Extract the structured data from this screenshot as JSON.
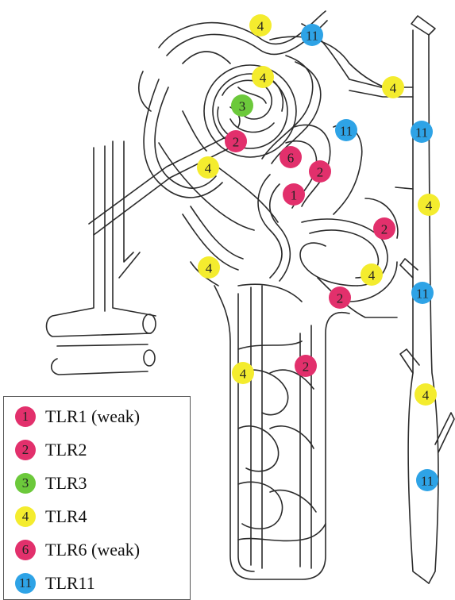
{
  "colors": {
    "tlr1": "#e2306c",
    "tlr2": "#e2306c",
    "tlr3": "#6cc93b",
    "tlr4": "#f4ec2e",
    "tlr6": "#e2306c",
    "tlr11": "#2ea3e6",
    "line": "#2b2b2b"
  },
  "legend": [
    {
      "key": "1",
      "label": "TLR1 (weak)",
      "color_key": "tlr1"
    },
    {
      "key": "2",
      "label": "TLR2",
      "color_key": "tlr2"
    },
    {
      "key": "3",
      "label": "TLR3",
      "color_key": "tlr3"
    },
    {
      "key": "4",
      "label": "TLR4",
      "color_key": "tlr4"
    },
    {
      "key": "6",
      "label": "TLR6 (weak)",
      "color_key": "tlr6"
    },
    {
      "key": "11",
      "label": "TLR11",
      "color_key": "tlr11"
    }
  ],
  "markers": [
    {
      "label": "4",
      "color_key": "tlr4"
    },
    {
      "label": "11",
      "color_key": "tlr11"
    },
    {
      "label": "4",
      "color_key": "tlr4"
    },
    {
      "label": "3",
      "color_key": "tlr3"
    },
    {
      "label": "2",
      "color_key": "tlr2"
    },
    {
      "label": "4",
      "color_key": "tlr4"
    },
    {
      "label": "11",
      "color_key": "tlr11"
    },
    {
      "label": "6",
      "color_key": "tlr6"
    },
    {
      "label": "2",
      "color_key": "tlr2"
    },
    {
      "label": "1",
      "color_key": "tlr1"
    },
    {
      "label": "4",
      "color_key": "tlr4"
    },
    {
      "label": "11",
      "color_key": "tlr11"
    },
    {
      "label": "4",
      "color_key": "tlr4"
    },
    {
      "label": "2",
      "color_key": "tlr2"
    },
    {
      "label": "4",
      "color_key": "tlr4"
    },
    {
      "label": "4",
      "color_key": "tlr4"
    },
    {
      "label": "11",
      "color_key": "tlr11"
    },
    {
      "label": "2",
      "color_key": "tlr2"
    },
    {
      "label": "4",
      "color_key": "tlr4"
    },
    {
      "label": "2",
      "color_key": "tlr2"
    },
    {
      "label": "4",
      "color_key": "tlr4"
    },
    {
      "label": "11",
      "color_key": "tlr11"
    }
  ]
}
